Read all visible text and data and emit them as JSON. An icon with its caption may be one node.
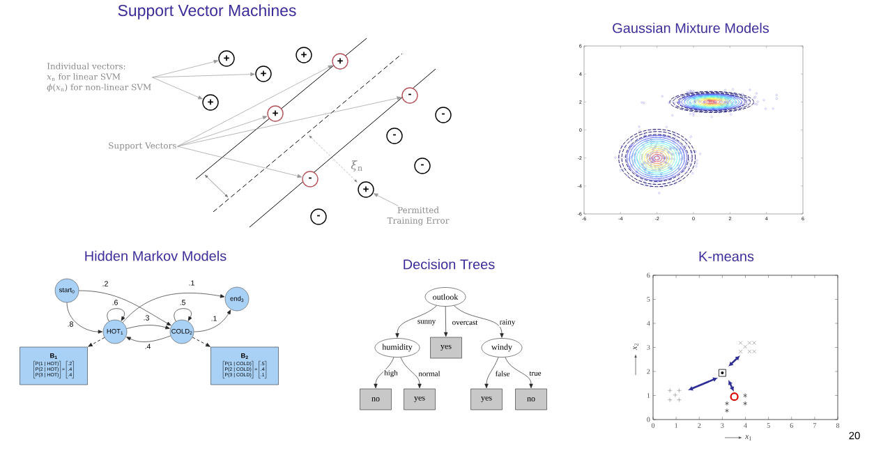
{
  "diagram": {
    "nodes": [
      {
        "text": [
          "Individual vectors:",
          "*x*$_{n}$ for linear SVM",
          "*ϕ*(*x*$_{n}$) for non-linear SVM"
        ]
      },
      {
        "text": [
          "+"
        ]
      },
      {
        "text": [
          "+"
        ]
      },
      {
        "text": [
          "+"
        ]
      },
      {
        "text": [
          "+"
        ]
      },
      {
        "text": [
          "+"
        ]
      },
      {
        "text": [
          "+"
        ]
      },
      {
        "text": [
          "-"
        ]
      },
      {
        "text": [
          "-"
        ]
      },
      {
        "text": [
          "-"
        ]
      },
      {
        "text": [
          "Support Vectors"
        ]
      },
      {
        "text": [
          "-"
        ]
      },
      {
        "text": [
          "-"
        ]
      },
      {
        "text": [
          "+"
        ]
      },
      {
        "text": [
          "Permitted Training Error"
        ]
      },
      {
        "text": [
          "-"
        ]
      },
      {
        "text": [
          "start$_{0}$"
        ]
      },
      {
        "text": [
          "HOT$_{1}$"
        ]
      },
      {
        "text": [
          "COLD$_{2}$"
        ]
      },
      {
        "text": [
          "end$_{3}$"
        ]
      },
      {
        "text": [
          "B$_{1}$",
          "P(1 | HOT)",
          "P(2 | HOT)",
          "P(3 | HOT)",
          "=",
          ".2",
          ".4",
          ".4"
        ]
      },
      {
        "text": [
          "B$_{2}$",
          "P(1 | COLD)",
          "P(2 | COLD)",
          "P(3 | COLD)",
          "=",
          ".5",
          ".4",
          ".1"
        ]
      },
      {
        "text": [
          "outlook"
        ]
      },
      {
        "text": [
          "humidity"
        ]
      },
      {
        "text": [
          "yes"
        ]
      },
      {
        "text": [
          "windy"
        ]
      },
      {
        "text": [
          "no"
        ]
      },
      {
        "text": [
          "yes"
        ]
      },
      {
        "text": [
          "yes"
        ]
      },
      {
        "text": [
          "no"
        ]
      }
    ],
    "edges": [
      {
        "from": 0,
        "to": 1,
        "arrow": "to",
        "color": "#999999"
      },
      {
        "from": 0,
        "to": 4,
        "arrow": "to",
        "color": "#999999"
      },
      {
        "from": 0,
        "to": 5,
        "arrow": "to",
        "color": "#999999"
      },
      {
        "from": 10,
        "to": 3,
        "arrow": "to",
        "color": "#999999"
      },
      {
        "from": 10,
        "to": 6,
        "arrow": "to",
        "color": "#999999"
      },
      {
        "from": 10,
        "to": 7,
        "arrow": "to",
        "color": "#999999"
      },
      {
        "from": 10,
        "to": 12,
        "arrow": "to",
        "color": "#999999"
      },
      {
        "from": 14,
        "to": 13,
        "arrow": "to",
        "color": "#999999"
      },
      {
        "from": 16,
        "to": 17,
        "arrow": "to",
        "label": ".8"
      },
      {
        "from": 16,
        "to": 18,
        "arrow": "to",
        "label": ".2"
      },
      {
        "from": 17,
        "to": 17,
        "arrow": "to",
        "label": ".6"
      },
      {
        "from": 17,
        "to": 18,
        "arrow": "to",
        "label": ".3"
      },
      {
        "from": 18,
        "to": 17,
        "arrow": "to",
        "label": ".4"
      },
      {
        "from": 18,
        "to": 18,
        "arrow": "to",
        "label": ".5"
      },
      {
        "from": 17,
        "to": 19,
        "arrow": "to",
        "label": ".1"
      },
      {
        "from": 18,
        "to": 19,
        "arrow": "to",
        "label": ".1"
      },
      {
        "from": 17,
        "to": 20,
        "arrow": "to",
        "style": "dashed"
      },
      {
        "from": 18,
        "to": 21,
        "arrow": "to",
        "style": "dashed"
      },
      {
        "from": 22,
        "to": 23,
        "arrow": "to",
        "label": "sunny"
      },
      {
        "from": 22,
        "to": 24,
        "arrow": "to",
        "label": "overcast"
      },
      {
        "from": 22,
        "to": 25,
        "arrow": "to",
        "label": "rainy"
      },
      {
        "from": 23,
        "to": 26,
        "arrow": "to",
        "label": "high"
      },
      {
        "from": 23,
        "to": 27,
        "arrow": "to",
        "label": "normal"
      },
      {
        "from": 25,
        "to": 28,
        "arrow": "to",
        "label": "false"
      },
      {
        "from": 25,
        "to": 29,
        "arrow": "to",
        "label": "true"
      }
    ],
    "labels": [
      "Support Vector Machines",
      "Gaussian Mixture Models",
      "*ξ*$_{n}$",
      "6",
      "4",
      "2",
      "0",
      "-2",
      "-4",
      "-6",
      "-6",
      "-4",
      "-2",
      "0",
      "2",
      "4",
      "6",
      "Hidden Markov Models",
      "Decision Trees",
      "K-means",
      "6",
      "5",
      "4",
      "3",
      "2",
      "1",
      "0",
      "0",
      "1",
      "2",
      "3",
      "4",
      "5",
      "6",
      "7",
      "8",
      "*x*$_{2}$",
      "*x*$_{1}$",
      "20"
    ]
  }
}
